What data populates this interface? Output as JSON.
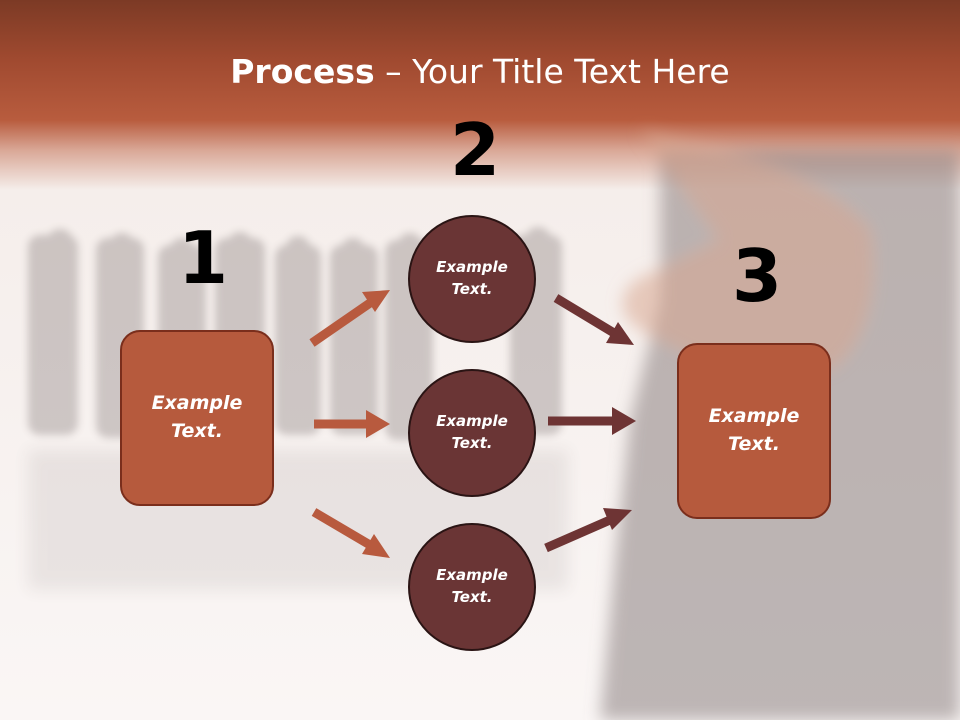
{
  "title": {
    "bold": "Process",
    "rest": " – Your Title Text Here"
  },
  "steps": [
    {
      "number": "1",
      "text": "Example\nText."
    },
    {
      "number": "2",
      "items": [
        "Example\nText.",
        "Example\nText.",
        "Example\nText."
      ]
    },
    {
      "number": "3",
      "text": "Example\nText."
    }
  ],
  "colors": {
    "header": "#a04a30",
    "box_fill": "#b65a3d",
    "circle_fill": "#6a3535",
    "arrow_left": "#b85a3e",
    "arrow_right": "#6e3434"
  }
}
